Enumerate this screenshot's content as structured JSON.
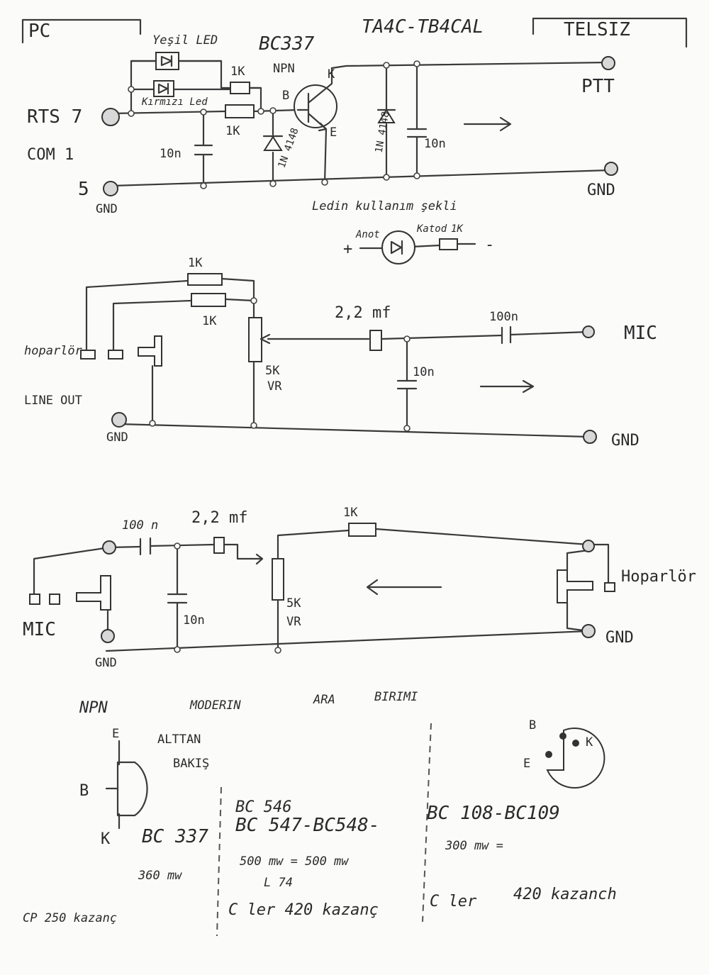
{
  "header": {
    "pc": "PC",
    "callsigns": "TA4C-TB4CAL",
    "telsiz": "TELSIZ"
  },
  "ptt_circuit": {
    "yesil_led": "Yeşil LED",
    "kirmizi_led": "Kırmızı Led",
    "transistor": "BC337",
    "npn": "NPN",
    "r1": "1K",
    "r2": "1K",
    "rts": "RTS 7",
    "com": "COM 1",
    "pin5": "5",
    "gnd_left": "GND",
    "cap_left": "10n",
    "diode1": "1N 4148",
    "diode2": "1N 4148",
    "cap_right": "10n",
    "pin_b": "B",
    "pin_k": "K",
    "pin_e": "E",
    "ptt": "PTT",
    "gnd_right": "GND",
    "arrow": "→"
  },
  "led_usage": {
    "title": "Ledin kullanım şekli",
    "anot": "Anot",
    "katot": "Katod",
    "resistor": "1K",
    "plus": "+",
    "minus": "-"
  },
  "tx_audio": {
    "r_top": "1K",
    "r_second": "1K",
    "hoparlor": "hoparlör",
    "line_out": "LINE OUT",
    "gnd_left": "GND",
    "pot": "5K",
    "pot_type": "VR",
    "elko": "2,2 mf",
    "cap_series": "100n",
    "cap_shunt": "10n",
    "mic": "MIC",
    "gnd_right": "GND",
    "arrow": "→"
  },
  "rx_audio": {
    "cap_series": "100 n",
    "elko": "2,2 mf",
    "r": "1K",
    "cap_shunt": "10n",
    "pot": "5K",
    "pot_type": "VR",
    "mic": "MIC",
    "gnd_left": "GND",
    "hoparlor": "Hoparlör",
    "gnd_right": "GND",
    "arrow": "←"
  },
  "notes": {
    "npn": "NPN",
    "title_words": [
      "MODERIN",
      "ARA",
      "BIRIMI"
    ],
    "alttan": "ALTTAN",
    "bakis": "BAKIŞ",
    "pin_e": "E",
    "pin_b": "B",
    "pin_k": "K",
    "bc337": "BC 337",
    "bc546": "BC 546",
    "bc547_548": "BC 547-BC548-",
    "bc108_109": "BC 108-BC109",
    "p360": "360 mw",
    "p500": "500 mw  = 500 mw",
    "l74": "L 74",
    "p300": "300 mw  =",
    "cp250": "CP  250 kazanç",
    "cler1": "C ler   420 kazanç",
    "cler2": "C ler",
    "k420": "420 kazanch",
    "to92_b": "B",
    "to92_k": "K",
    "to92_e": "E"
  }
}
